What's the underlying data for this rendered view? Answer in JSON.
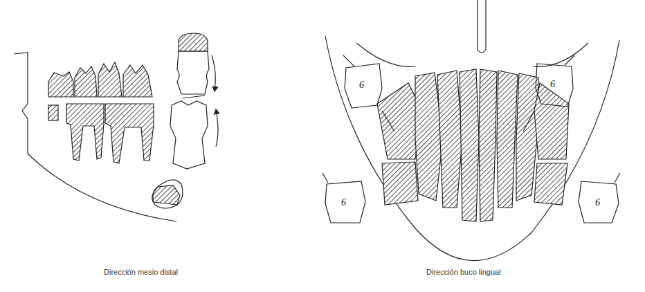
{
  "diagram": {
    "labels": [
      "6",
      "6",
      "6",
      "6",
      "Dirección mesio distal",
      "Dirección buco lingual"
    ]
  }
}
